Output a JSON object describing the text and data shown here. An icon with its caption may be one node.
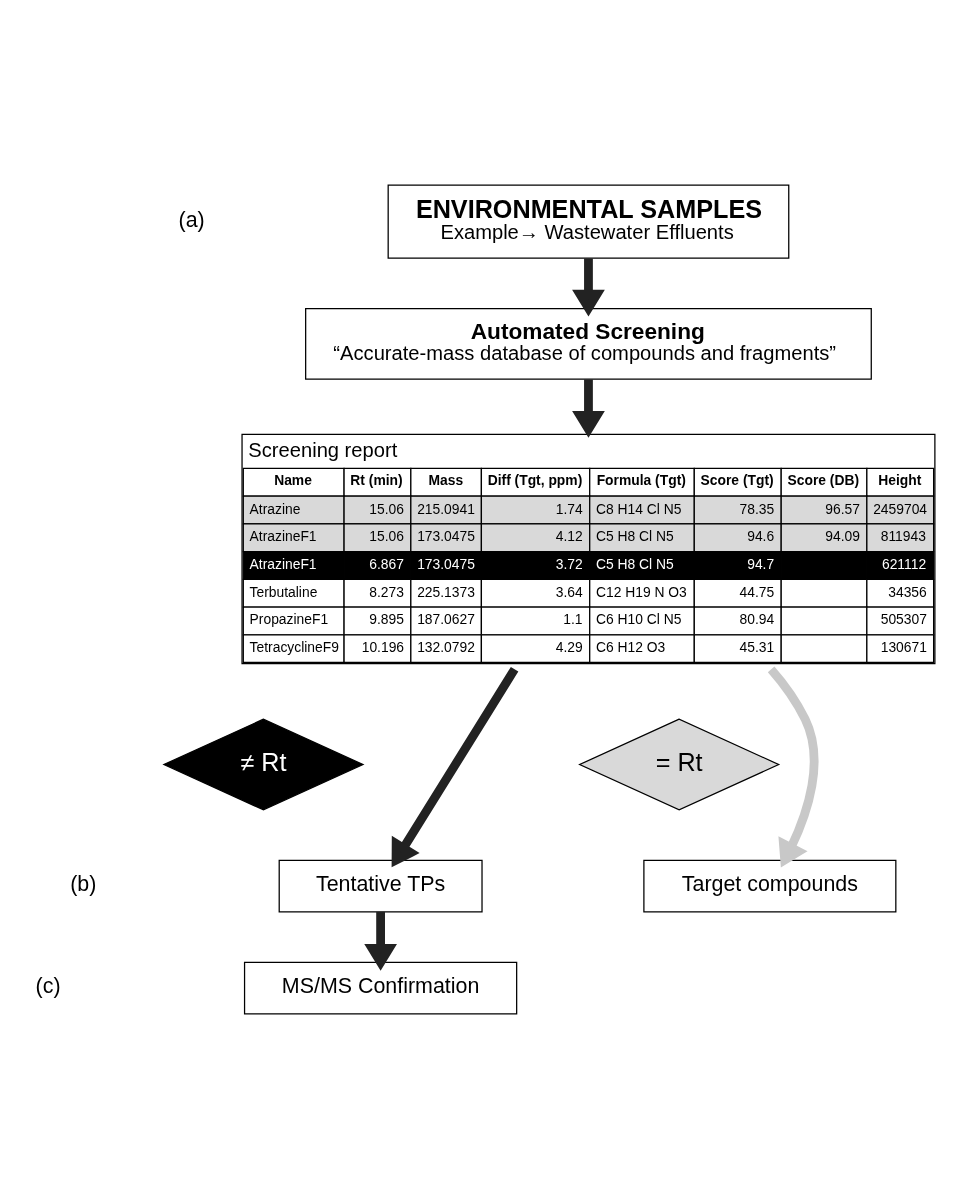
{
  "diagram": {
    "nodes": [
      {
        "text": [
          "ENVIRONMENTAL SAMPLES",
          "Example→ Wastewater Effluents"
        ]
      },
      {
        "text": [
          "Automated Screening",
          "“Accurate-mass database of compounds and fragments”"
        ]
      },
      {
        "text": [
          "Screening report",
          "Name",
          "Rt (min)",
          "Mass",
          "Diff (Tgt, ppm)",
          "Formula (Tgt)",
          "Score (Tgt)",
          "Score (DB)",
          "Height",
          "Atrazine",
          "15.06",
          "215.0941",
          "1.74",
          "C8 H14 Cl N5",
          "78.35",
          "96.57",
          "2459704",
          "AtrazineF1",
          "15.06",
          "173.0475",
          "4.12",
          "C5 H8 Cl N5",
          "94.6",
          "94.09",
          "811943",
          "AtrazineF1",
          "6.867",
          "173.0475",
          "3.72",
          "C5 H8 Cl N5",
          "94.7",
          "621112",
          "Terbutaline",
          "8.273",
          "225.1373",
          "3.64",
          "C12 H19 N O3",
          "44.75",
          "34356",
          "PropazineF1",
          "9.895",
          "187.0627",
          "1.1",
          "C6 H10 Cl N5",
          "80.94",
          "505307",
          "TetracyclineF9",
          "10.196",
          "132.0792",
          "4.29",
          "C6 H12 O3",
          "45.31",
          "130671"
        ]
      },
      {
        "text": [
          "≠ Rt"
        ]
      },
      {
        "text": [
          "= Rt"
        ]
      },
      {
        "text": [
          "Tentative TPs"
        ]
      },
      {
        "text": [
          "Target compounds"
        ]
      },
      {
        "text": [
          "MS/MS Confirmation"
        ]
      }
    ],
    "edges": [
      {
        "from": 0,
        "to": 1,
        "arrow": "to"
      },
      {
        "from": 1,
        "to": 2,
        "arrow": "to"
      },
      {
        "from": 2,
        "to": 5,
        "arrow": "to"
      },
      {
        "from": 2,
        "to": 6,
        "arrow": "to",
        "color": "#c8c8c8"
      },
      {
        "from": 5,
        "to": 7,
        "arrow": "to"
      }
    ],
    "labels": [
      "(a)",
      "(b)",
      "(c)"
    ]
  }
}
